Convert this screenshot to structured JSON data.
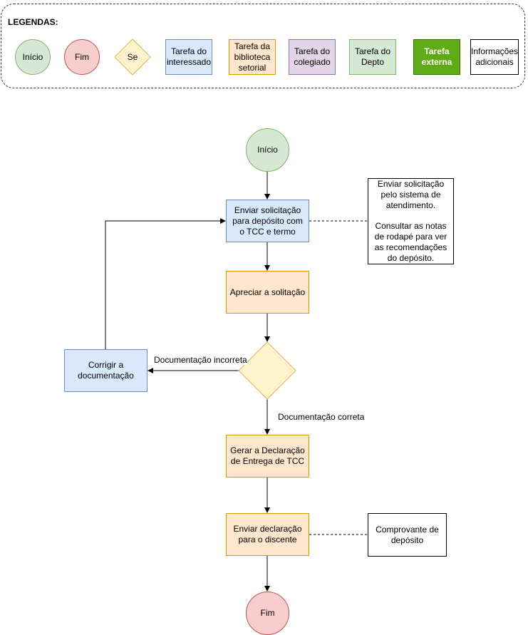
{
  "legend": {
    "title": "LEGENDAS:",
    "items": {
      "inicio": "Início",
      "fim": "Fim",
      "se": "Se",
      "interessado": "Tarefa do interessado",
      "biblioteca": "Tarefa da biblioteca setorial",
      "colegiado": "Tarefa do colegiado",
      "depto": "Tarefa do Depto",
      "externa": "Tarefa externa",
      "info": "Informações adicionais"
    }
  },
  "flow": {
    "start": "Início",
    "send_request": "Enviar solicitação para depósito com o TCC e termo",
    "appraise": "Apreciar a solitação",
    "correct_docs": "Corrigir a documentação",
    "generate_declaration": "Gerar a Declaração de Entrega de TCC",
    "send_declaration": "Enviar declaração para o discente",
    "end": "Fim",
    "label_incorrect": "Documentação incorreta",
    "label_correct": "Documentação correta",
    "note_request_line1": "Enviar solicitação pelo sistema de atendimento.",
    "note_request_line2": "Consultar as notas de rodapé para ver as recomendações do depósito.",
    "note_receipt": "Comprovante de depósito"
  },
  "colors": {
    "interessado": "#dae8fc",
    "biblioteca": "#ffe6cc",
    "colegiado": "#e1d5e7",
    "depto": "#d5e8d4",
    "externa": "#60a917",
    "inicio": "#d5e8d4",
    "fim": "#f8cecc",
    "decisao": "#fff2cc"
  }
}
